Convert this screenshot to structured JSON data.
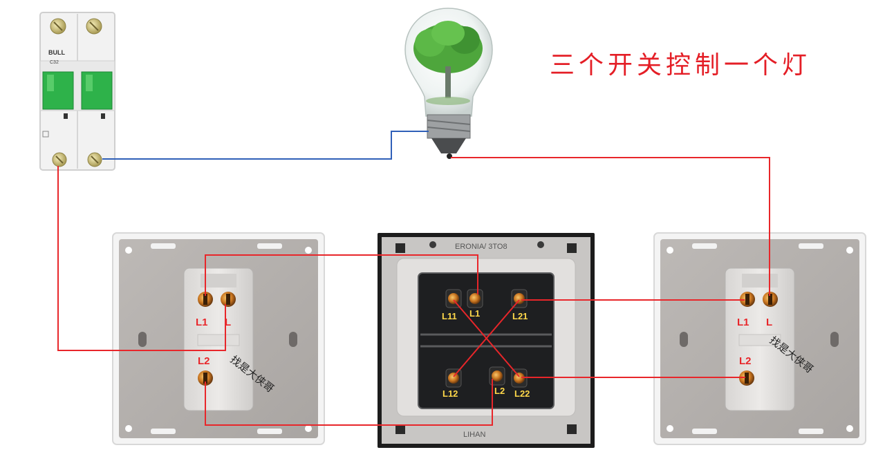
{
  "title": "三个开关控制一个灯",
  "watermark": "找是大侠哥",
  "breaker": {
    "brand": "BULL",
    "model": "C32"
  },
  "middle_switch": {
    "top_marking": "ERONIA/ 3TO8",
    "bottom_marking": "LIHAN",
    "labels": {
      "l11": "L11",
      "l1": "L1",
      "l21": "L21",
      "l12": "L12",
      "l2": "L2",
      "l22": "L22"
    }
  },
  "left_switch": {
    "labels": {
      "l1": "L1",
      "l": "L",
      "l2": "L2"
    }
  },
  "right_switch": {
    "labels": {
      "l1": "L1",
      "l": "L",
      "l2": "L2"
    }
  },
  "colors": {
    "live_wire": "#e8262a",
    "neutral_wire": "#2f5fb8",
    "title": "#e41e26",
    "terminal_label_dark": "#ffd84a",
    "terminal_label_light": "#e8262a",
    "breaker_lever": "#2eb24a",
    "leaves": "#4ea63c"
  }
}
